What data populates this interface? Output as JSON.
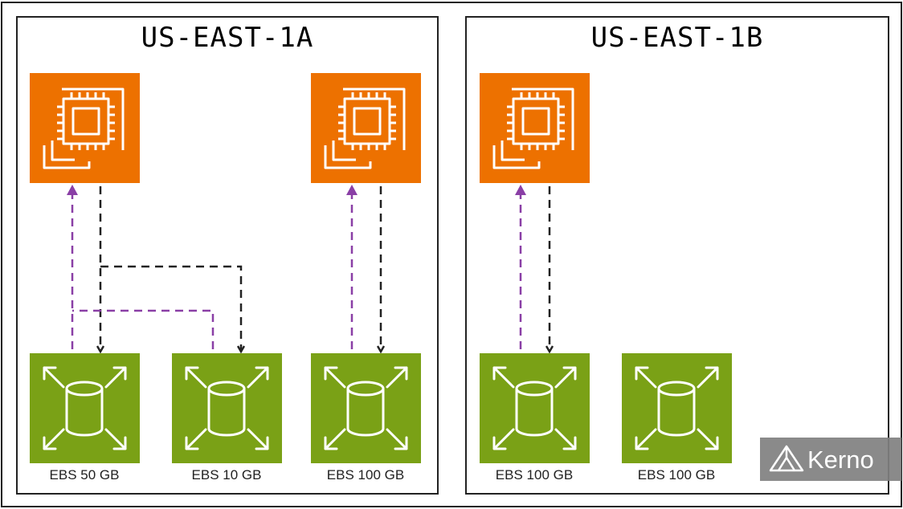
{
  "zones": [
    {
      "title": "US-EAST-1A"
    },
    {
      "title": "US-EAST-1B"
    }
  ],
  "instances": [
    {
      "icon": "ec2-instance-icon"
    },
    {
      "icon": "ec2-instance-icon"
    },
    {
      "icon": "ec2-instance-icon"
    }
  ],
  "volumes": [
    {
      "label": "EBS 50 GB",
      "icon": "ebs-volume-icon"
    },
    {
      "label": "EBS 10 GB",
      "icon": "ebs-volume-icon"
    },
    {
      "label": "EBS 100 GB",
      "icon": "ebs-volume-icon"
    },
    {
      "label": "EBS 100 GB",
      "icon": "ebs-volume-icon"
    },
    {
      "label": "EBS 100 GB",
      "icon": "ebs-volume-icon"
    }
  ],
  "connections": [
    {
      "from": "instance-1",
      "to": "volume-1",
      "color": "#222222"
    },
    {
      "from": "instance-1",
      "to": "volume-2",
      "color": "#222222"
    },
    {
      "from": "volume-1",
      "to": "instance-1",
      "color": "#8a3fa6"
    },
    {
      "from": "volume-2",
      "to": "instance-1",
      "color": "#8a3fa6"
    },
    {
      "from": "instance-2",
      "to": "volume-3",
      "color": "#222222"
    },
    {
      "from": "volume-3",
      "to": "instance-2",
      "color": "#8a3fa6"
    },
    {
      "from": "instance-3",
      "to": "volume-4",
      "color": "#222222"
    },
    {
      "from": "volume-4",
      "to": "instance-3",
      "color": "#8a3fa6"
    }
  ],
  "colors": {
    "ec2": "#ed7100",
    "ebs": "#7aa116",
    "write_arrow": "#222222",
    "read_arrow": "#8a3fa6",
    "watermark_bg": "#808080"
  },
  "watermark": {
    "text": "Kerno",
    "icon": "kerno-logo-icon"
  }
}
